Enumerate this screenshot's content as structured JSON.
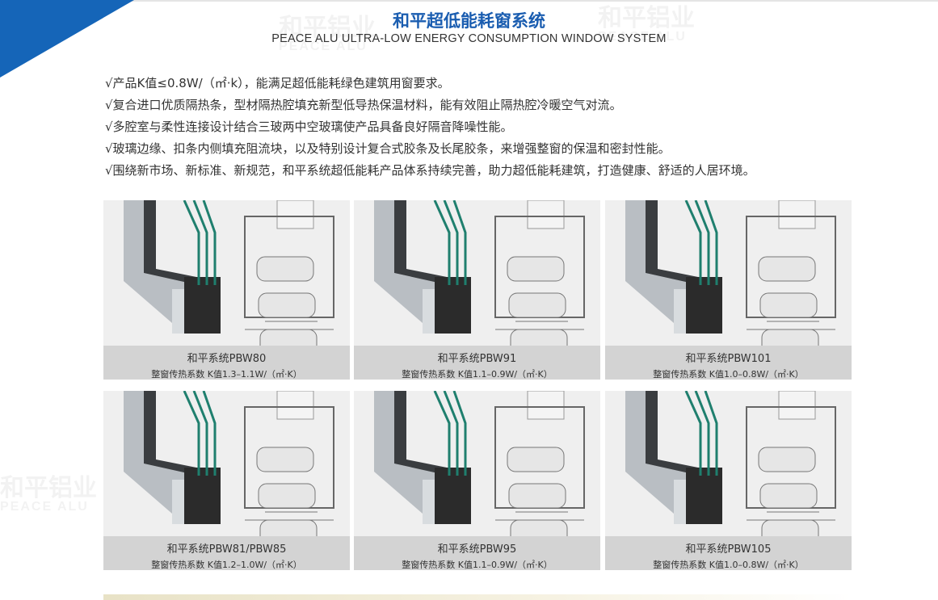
{
  "header": {
    "title": "和平超低能耗窗系统",
    "subtitle": "PEACE ALU ULTRA-LOW ENERGY CONSUMPTION WINDOW SYSTEM"
  },
  "watermark": {
    "brand_cn": "和平铝业",
    "brand_en": "PEACE ALU"
  },
  "features": [
    "√产品K值≤0.8W/（㎡·k），能满足超低能耗绿色建筑用窗要求。",
    "√复合进口优质隔热条，型材隔热腔填充新型低导热保温材料，能有效阻止隔热腔冷暖空气对流。",
    "√多腔室与柔性连接设计结合三玻两中空玻璃使产品具备良好隔音降噪性能。",
    "√玻璃边缘、扣条内侧填充阻流块，以及特别设计复合式胶条及长尾胶条，来增强整窗的保温和密封性能。",
    "√围绕新市场、新标准、新规范，和平系统超低能耗产品体系持续完善，助力超低能耗建筑，打造健康、舒适的人居环境。"
  ],
  "products": [
    {
      "name": "和平系统PBW80",
      "k": "整窗传热系数  K值1.3–1.1W/（㎡·K）"
    },
    {
      "name": "和平系统PBW91",
      "k": "整窗传热系数  K值1.1–0.9W/（㎡·K）"
    },
    {
      "name": "和平系统PBW101",
      "k": "整窗传热系数  K值1.0–0.8W/（㎡·K）"
    },
    {
      "name": "和平系统PBW81/PBW85",
      "k": "整窗传热系数  K值1.2–1.0W/（㎡·K）"
    },
    {
      "name": "和平系统PBW95",
      "k": "整窗传热系数  K值1.1–0.9W/（㎡·K）"
    },
    {
      "name": "和平系统PBW105",
      "k": "整窗传热系数  K值1.0–0.8W/（㎡·K）"
    }
  ],
  "colors": {
    "accent": "#1565b8",
    "glass": "#1f7f6e",
    "frame": "#b9bec3"
  }
}
